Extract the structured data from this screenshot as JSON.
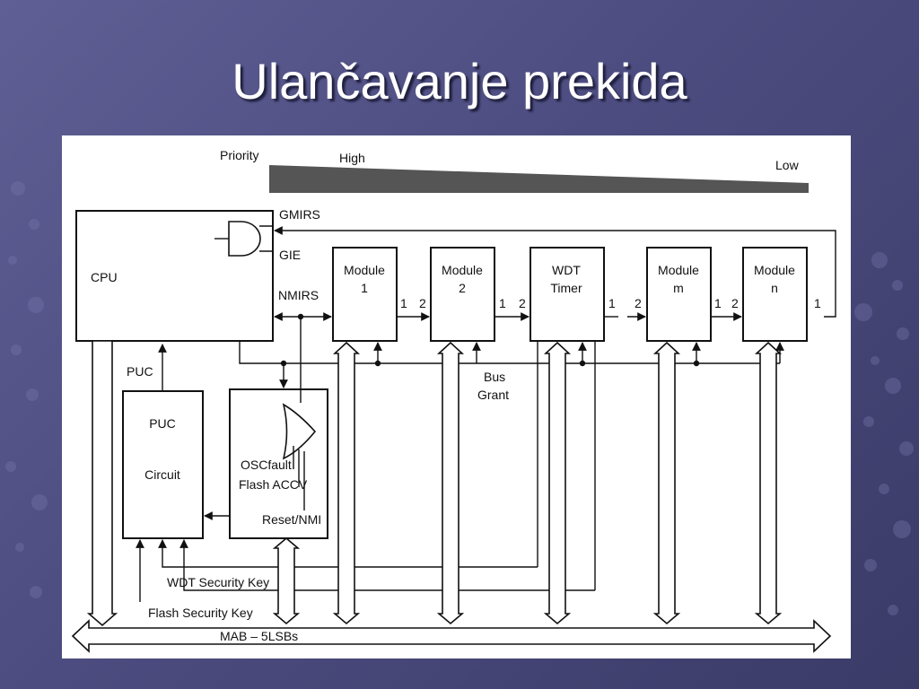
{
  "slide": {
    "title": "Ulančavanje prekida"
  },
  "diagram": {
    "priority": {
      "label": "Priority",
      "high": "High",
      "low": "Low"
    },
    "cpu": {
      "label": "CPU"
    },
    "signals": {
      "gmirs": "GMIRS",
      "gie": "GIE",
      "nmirs": "NMIRS",
      "puc": "PUC"
    },
    "modules": [
      {
        "line1": "Module",
        "line2": "1"
      },
      {
        "line1": "Module",
        "line2": "2"
      },
      {
        "line1": "WDT",
        "line2": "Timer"
      },
      {
        "line1": "Module",
        "line2": "m"
      },
      {
        "line1": "Module",
        "line2": "n"
      }
    ],
    "pins": {
      "one": "1",
      "two": "2"
    },
    "bus_grant": {
      "line1": "Bus",
      "line2": "Grant"
    },
    "puc_circuit": {
      "line1": "PUC",
      "line2": "Circuit"
    },
    "nmi_block": {
      "oscfault": "OSCfault",
      "flash_accv": "Flash ACCV",
      "reset_nmi": "Reset/NMI"
    },
    "keys": {
      "wdt": "WDT Security Key",
      "flash": "Flash Security Key"
    },
    "bus": {
      "label": "MAB – 5LSBs"
    }
  },
  "colors": {
    "background": "#56568a",
    "title": "#ffffff",
    "panel": "#ffffff",
    "ink": "#111111",
    "priority_bar": "#555555"
  }
}
